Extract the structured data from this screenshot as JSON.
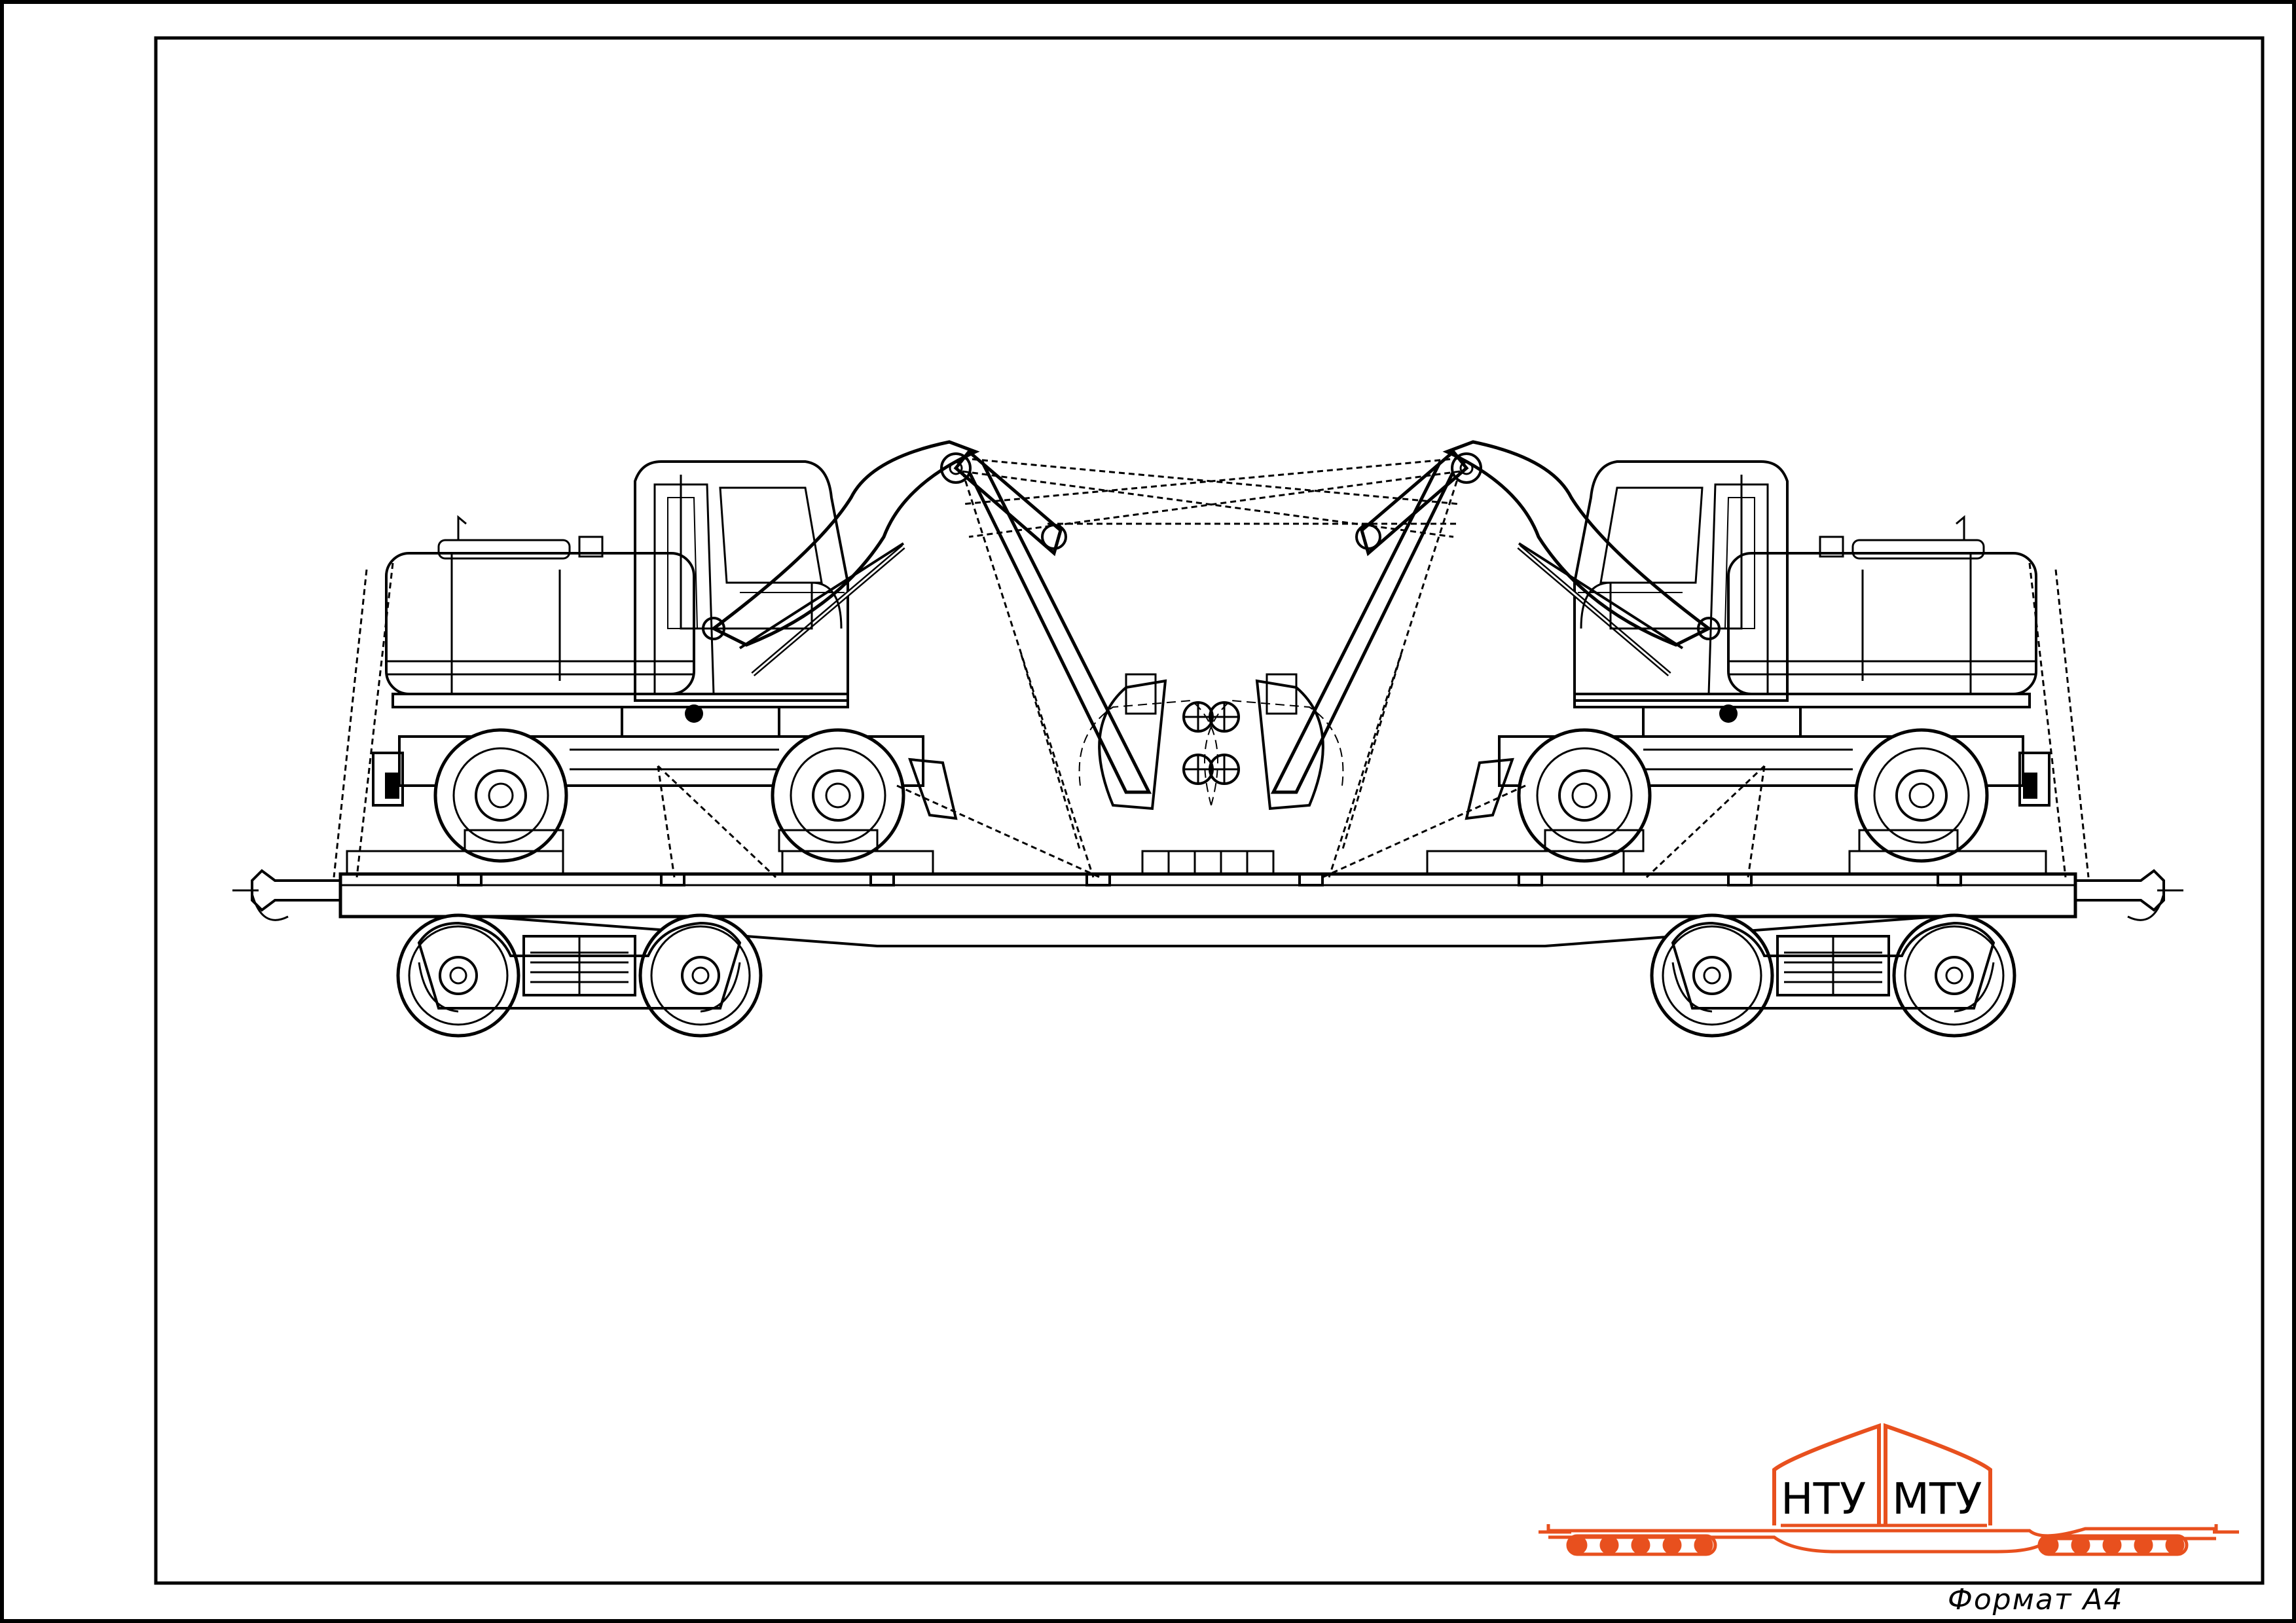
{
  "logo": {
    "left_text": "НТУ",
    "right_text": "МТУ"
  },
  "format_label": "Формат А4",
  "colors": {
    "line": "#000000",
    "logo": "#e8501e",
    "paper": "#ffffff"
  },
  "icons": {
    "excavator_left": "excavator-icon",
    "excavator_right": "excavator-icon",
    "railcar": "flatcar-icon",
    "logo_train": "train-icon"
  }
}
